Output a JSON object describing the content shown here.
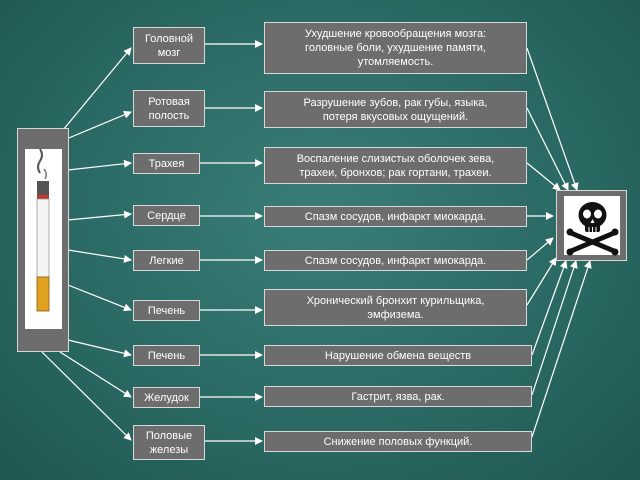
{
  "organs": [
    {
      "label": "Головной\nмозг"
    },
    {
      "label": "Ротовая\nполость"
    },
    {
      "label": "Трахея"
    },
    {
      "label": "Сердце"
    },
    {
      "label": "Легкие"
    },
    {
      "label": "Печень"
    },
    {
      "label": "Печень"
    },
    {
      "label": "Желудок"
    },
    {
      "label": "Половые\nжелезы"
    }
  ],
  "effects": [
    {
      "text": "Ухудшение кровообращения мозга:\nголовные боли, ухудшение памяти,\nутомляемость."
    },
    {
      "text": "Разрушение зубов, рак губы, языка,\nпотеря вкусовых ощущений."
    },
    {
      "text": "Воспаление слизистых оболочек зева,\nтрахеи, бронхов; рак гортани, трахеи."
    },
    {
      "text": "Спазм сосудов, инфаркт миокарда."
    },
    {
      "text": "Спазм сосудов, инфаркт миокарда."
    },
    {
      "text": "Хронический бронхит курильщика,\nэмфизема."
    },
    {
      "text": "Нарушение обмена веществ"
    },
    {
      "text": "Гастрит, язва, рак."
    },
    {
      "text": "Снижение половых функций."
    }
  ],
  "icons": {
    "cigarette": "cigarette-icon",
    "poison": "skull-crossbones-icon"
  },
  "colors": {
    "background": "#2f6f6a",
    "box": "#6d6d6d",
    "box_border": "#d8d8d8",
    "text": "#ffffff",
    "line": "#ffffff",
    "filter": "#e0a020"
  }
}
